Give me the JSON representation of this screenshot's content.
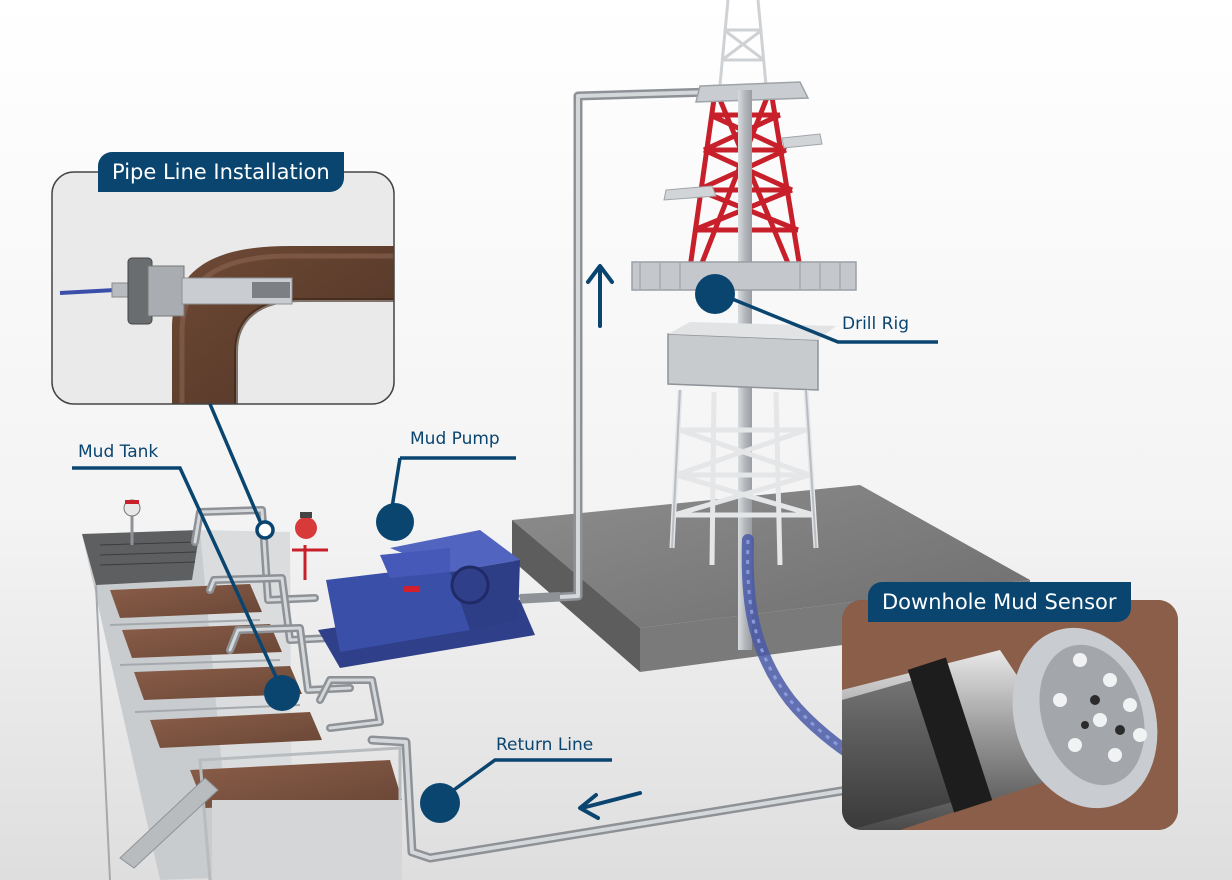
{
  "colors": {
    "accent": "#0a4570",
    "background": "#eeeeee",
    "mud": "#7a5240",
    "rig_red": "#c8202b",
    "pump_blue": "#3a4fa8",
    "steel": "#b8bcc0"
  },
  "icons": {
    "flow_arrow_up": "arrow-up-icon",
    "flow_arrow_left": "arrow-left-icon"
  },
  "callouts": {
    "pipe_line_installation": "Pipe Line Installation",
    "downhole_mud_sensor": "Downhole Mud Sensor"
  },
  "labels": {
    "mud_tank": "Mud Tank",
    "mud_pump": "Mud Pump",
    "drill_rig": "Drill Rig",
    "return_line": "Return Line"
  }
}
